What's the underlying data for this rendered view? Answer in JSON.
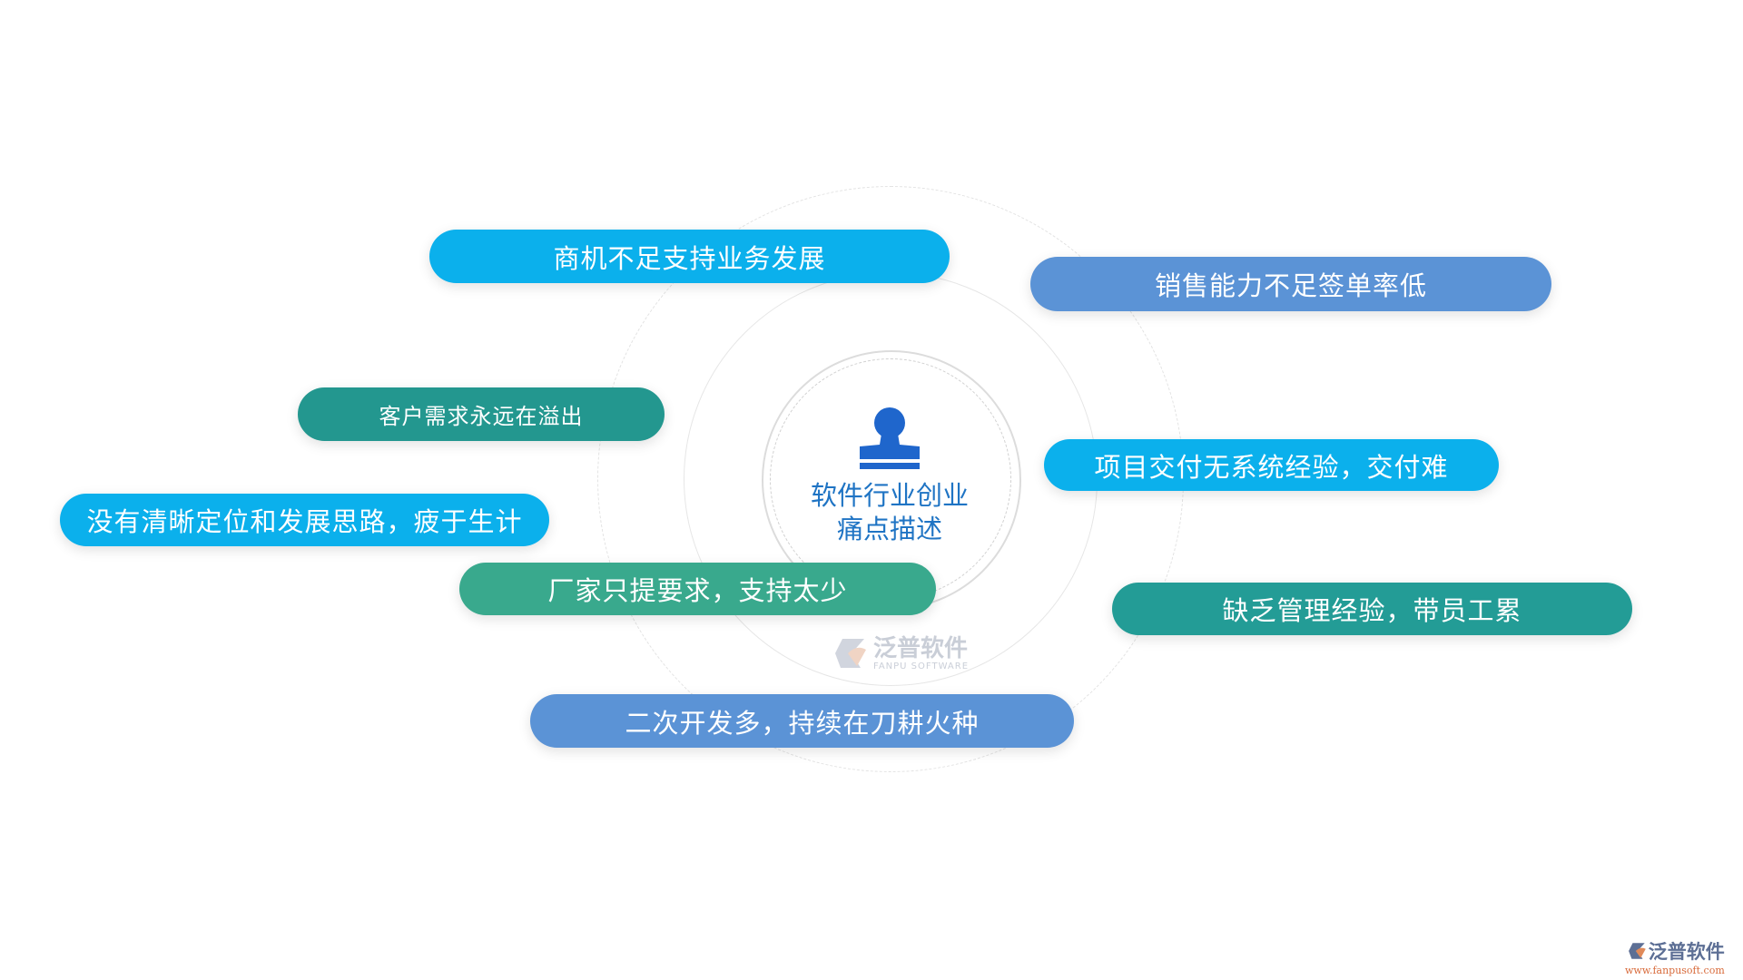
{
  "center": {
    "line1": "软件行业创业",
    "line2": "痛点描述",
    "icon": "stamp-person-icon"
  },
  "pills": [
    {
      "label": "商机不足支持业务发展",
      "color": "#0bb0ec"
    },
    {
      "label": "销售能力不足签单率低",
      "color": "#5b93d6"
    },
    {
      "label": "客户需求永远在溢出",
      "color": "#23978f"
    },
    {
      "label": "项目交付无系统经验，交付难",
      "color": "#0bb0ec"
    },
    {
      "label": "没有清晰定位和发展思路，疲于生计",
      "color": "#0bb0ec"
    },
    {
      "label": "厂家只提要求，支持太少",
      "color": "#39a98d"
    },
    {
      "label": "缺乏管理经验，带员工累",
      "color": "#239c96"
    },
    {
      "label": "二次开发多，持续在刀耕火种",
      "color": "#5b93d6"
    }
  ],
  "watermark": {
    "name": "泛普软件",
    "sub": "FANPU SOFTWARE"
  },
  "corner_logo": {
    "name": "泛普软件",
    "url": "www.fanpusoft.com"
  }
}
